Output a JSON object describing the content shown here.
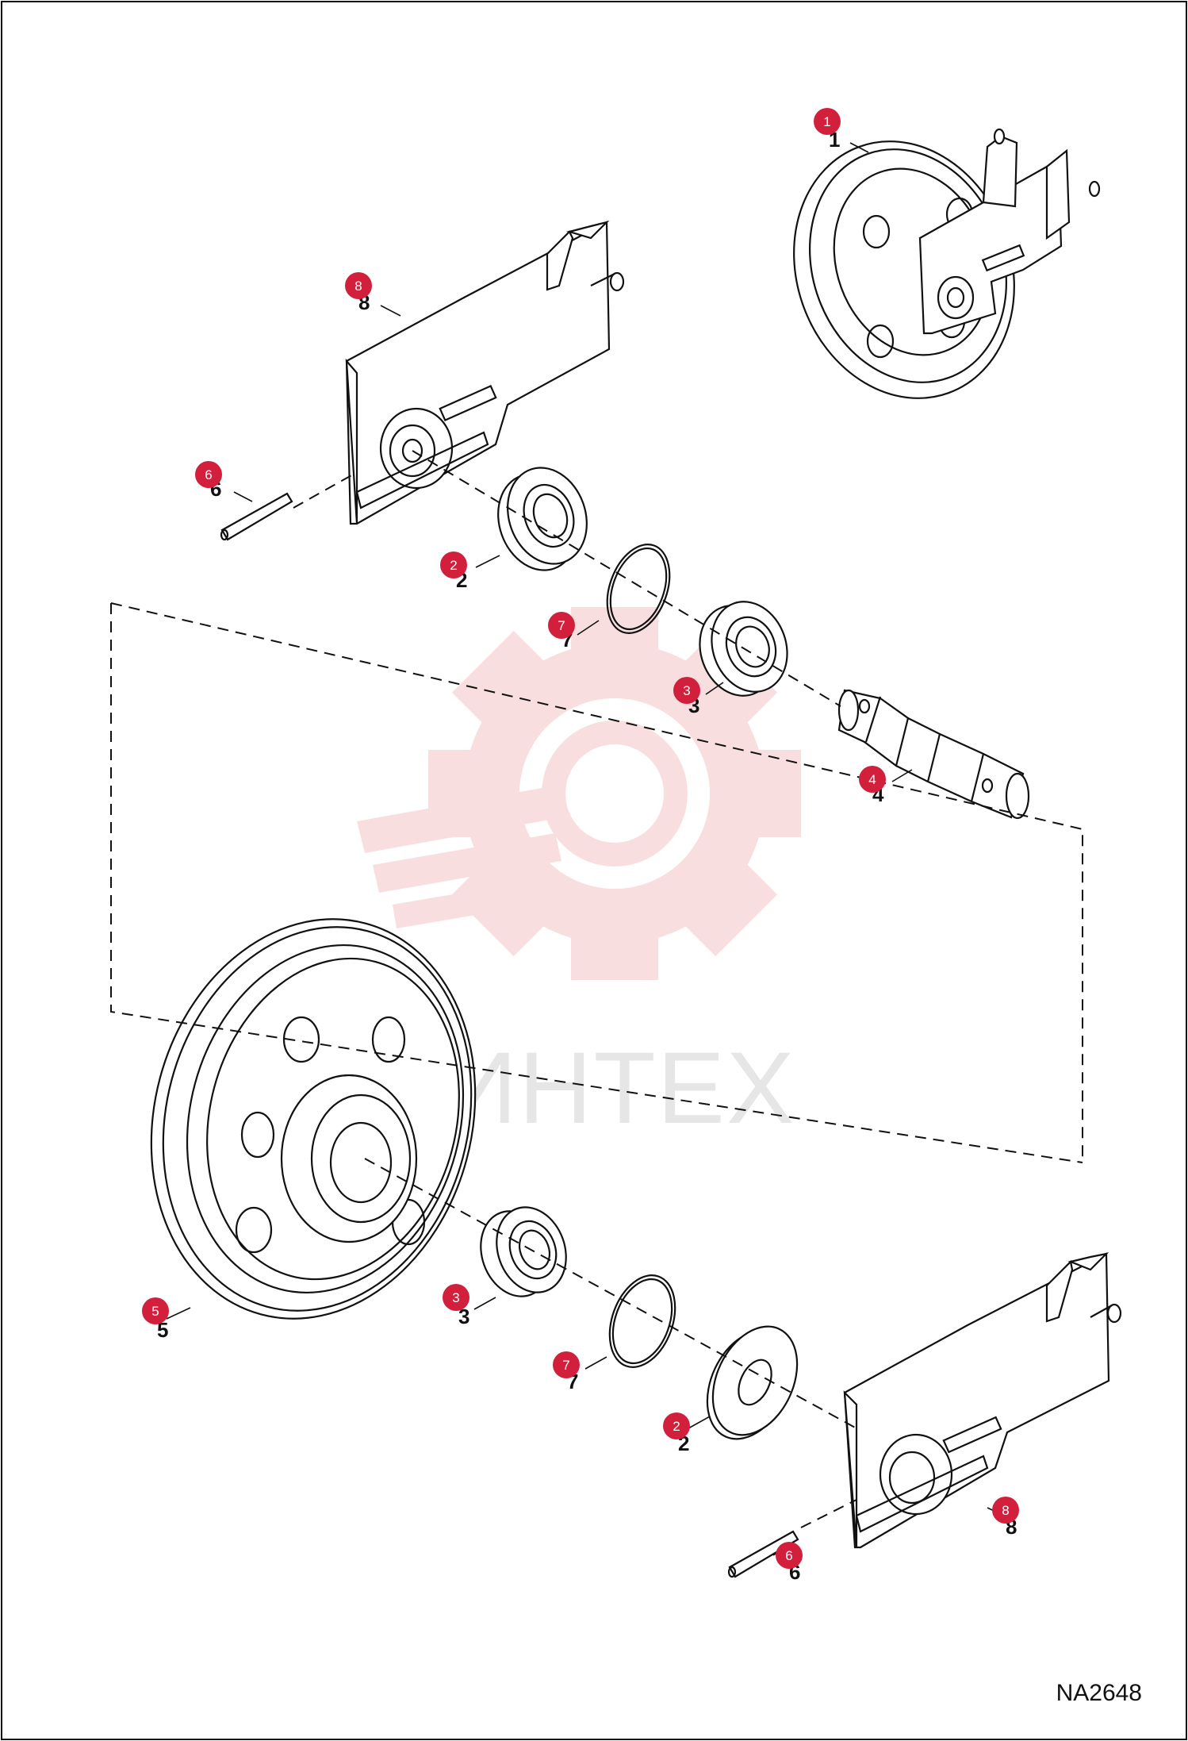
{
  "figure": {
    "code": "NA2648",
    "watermark_text": "ИНТЕХ"
  },
  "colors": {
    "badge": "#d21f3c",
    "watermark_gear": "#f3c3c3",
    "line": "#111111"
  },
  "callouts": [
    {
      "id": "c1-top",
      "badge": "1",
      "label": "1"
    },
    {
      "id": "c8-upper",
      "badge": "8",
      "label": "8"
    },
    {
      "id": "c6-upper",
      "badge": "6",
      "label": "6"
    },
    {
      "id": "c2-upper",
      "badge": "2",
      "label": "2"
    },
    {
      "id": "c7-upper",
      "badge": "7",
      "label": "7"
    },
    {
      "id": "c3-upper",
      "badge": "3",
      "label": "3"
    },
    {
      "id": "c4-shaft",
      "badge": "4",
      "label": "4"
    },
    {
      "id": "c5-wheel",
      "badge": "5",
      "label": "5"
    },
    {
      "id": "c3-lower",
      "badge": "3",
      "label": "3"
    },
    {
      "id": "c7-lower",
      "badge": "7",
      "label": "7"
    },
    {
      "id": "c2-lower",
      "badge": "2",
      "label": "2"
    },
    {
      "id": "c8-lower",
      "badge": "8",
      "label": "8"
    },
    {
      "id": "c6-lower",
      "badge": "6",
      "label": "6"
    }
  ]
}
